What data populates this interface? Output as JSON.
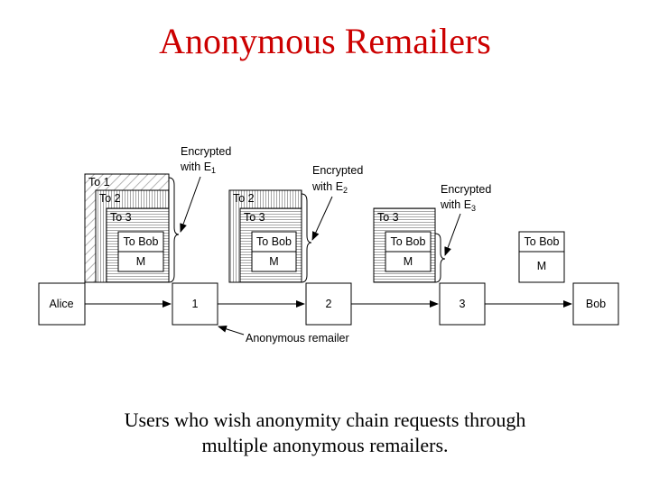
{
  "title": "Anonymous Remailers",
  "caption": {
    "line1": "Users who wish anonymity chain requests through",
    "line2": "multiple anonymous remailers."
  },
  "nodes": {
    "alice": "Alice",
    "r1": "1",
    "r2": "2",
    "r3": "3",
    "bob": "Bob"
  },
  "remailer_label": "Anonymous remailer",
  "packet_labels": {
    "to1": "To 1",
    "to2": "To 2",
    "to3": "To 3",
    "tobob": "To Bob",
    "m": "M"
  },
  "encryption_labels": {
    "e1": {
      "line1": "Encrypted",
      "line2": "with E",
      "sub": "1"
    },
    "e2": {
      "line1": "Encrypted",
      "line2": "with E",
      "sub": "2"
    },
    "e3": {
      "line1": "Encrypted",
      "line2": "with E",
      "sub": "3"
    }
  }
}
